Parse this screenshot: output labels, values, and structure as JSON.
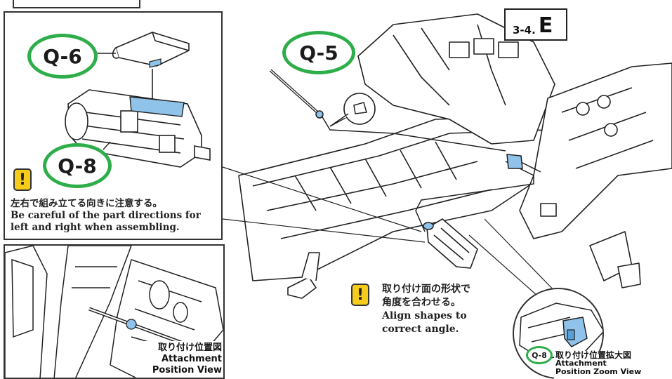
{
  "step": {
    "number": "3-4.",
    "letter": "E"
  },
  "parts": {
    "q6": "Q-6",
    "q8": "Q-8",
    "q5": "Q-5",
    "q8_small": "Q-8"
  },
  "notes": {
    "direction_ja": "左右で組み立てる向きに注意する。",
    "direction_en_1": "Be careful of the part directions for",
    "direction_en_2": "left and right when assembling.",
    "angle_ja_1": "取り付け面の形状で",
    "angle_ja_2": "角度を合わせる。",
    "angle_en_1": "Align shapes to",
    "angle_en_2": "correct angle."
  },
  "position_view": {
    "ja": "取り付け位置図",
    "en_1": "Attachment",
    "en_2": "Position View"
  },
  "zoom_view": {
    "ja": "取り付け位置拡大図",
    "en_1": "Attachment",
    "en_2": "Position Zoom View"
  },
  "warning_symbol": "!",
  "colors": {
    "accent_green": "#2eae4a",
    "part_blue": "#8fc3ea",
    "warning_yellow": "#f6cc1c"
  },
  "icons": [
    "warning-icon",
    "shape-bubble-icon"
  ]
}
